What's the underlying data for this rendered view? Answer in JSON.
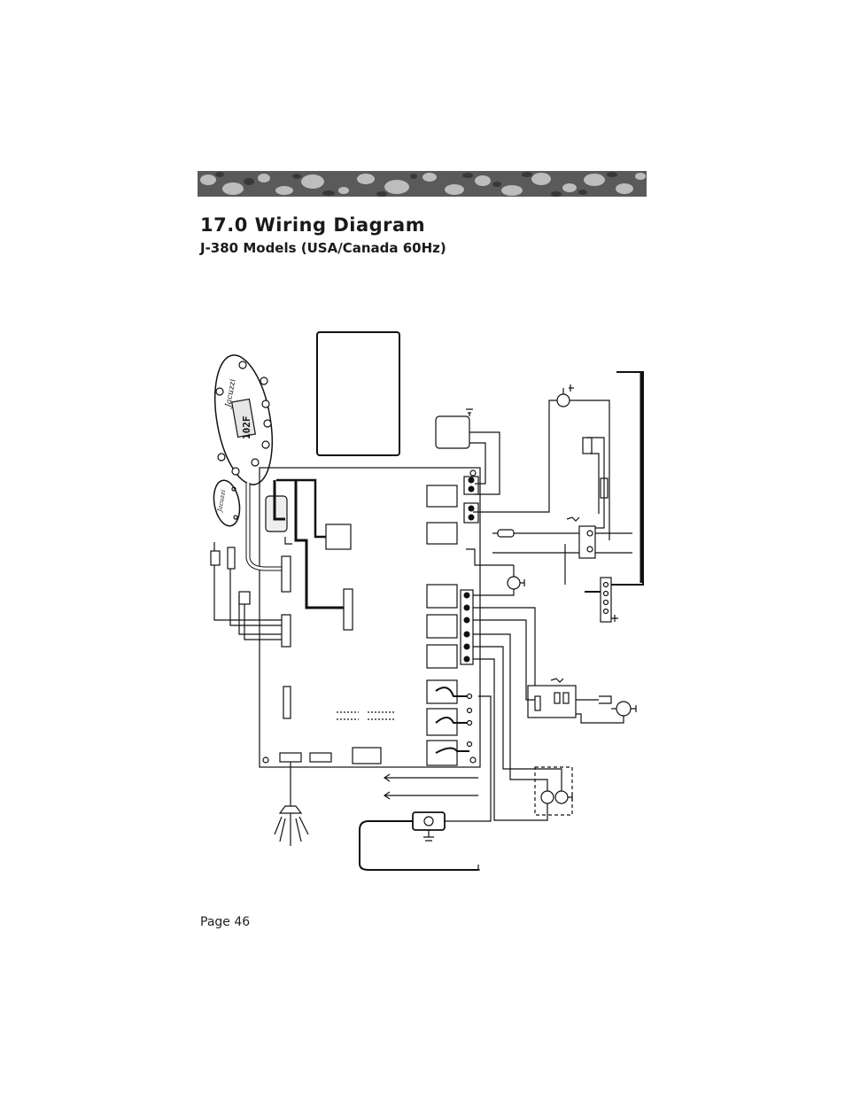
{
  "header": {
    "title": "17.0 Wiring Diagram",
    "subtitle": "J-380 Models (USA/Canada 60Hz)"
  },
  "control_panel": {
    "brand": "Jacuzzi",
    "display_value": "102F"
  },
  "aux_panel": {
    "brand": "Jacuzzi"
  },
  "footer": {
    "page_label": "Page 46"
  },
  "colors": {
    "ink": "#111111",
    "banner_dark": "#3a3a3a",
    "banner_light": "#cfcfcf"
  }
}
